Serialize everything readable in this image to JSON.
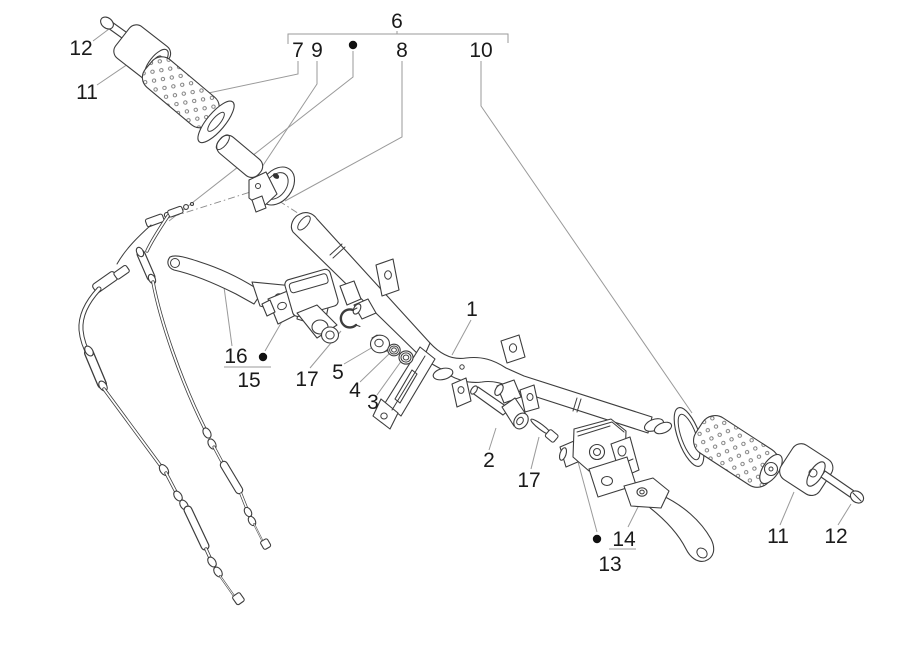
{
  "figure": {
    "type": "exploded-parts-diagram",
    "subject": "scooter handlebar assembly with grips, throttle, transmission cables and brake pumps",
    "background_color": "#ffffff",
    "line_color": "#3d3d3d",
    "leader_color": "#9a9a9a",
    "label_color": "#1a1a1a"
  },
  "callouts": {
    "c1": "1",
    "c2": "2",
    "c3": "3",
    "c4": "4",
    "c5": "5",
    "c6": "6",
    "c7": "7",
    "c8": "8",
    "c9": "9",
    "c10": "10",
    "c11t": "11",
    "c11r": "11",
    "c12t": "12",
    "c12r": "12",
    "c13": "13",
    "c14": "14",
    "c15": "15",
    "c16": "16",
    "c17u": "17",
    "c17l": "17"
  },
  "markers": {
    "group_dot": "●"
  }
}
